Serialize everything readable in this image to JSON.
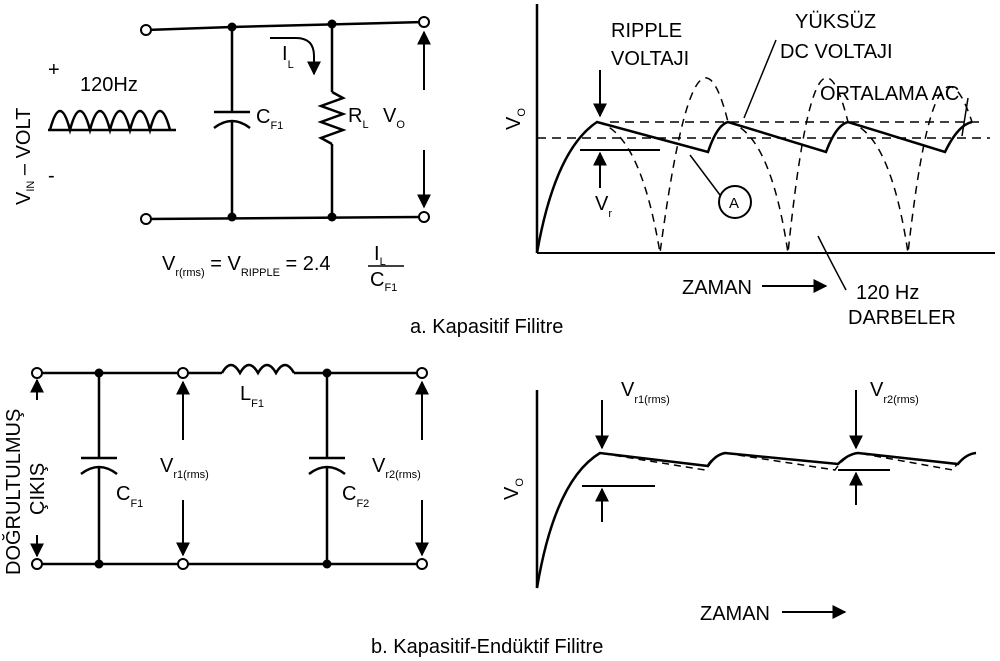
{
  "top": {
    "source_freq": "120Hz",
    "plus": "+",
    "minus": "-",
    "vin_main": "V",
    "vin_sub": "IN",
    "vin_rest": " – VOLT",
    "il_main": "I",
    "il_sub": "L",
    "cf1_main": "C",
    "cf1_sub": "F1",
    "rl_main": "R",
    "rl_sub": "L",
    "vo_main": "V",
    "vo_sub": "O",
    "formula_vr": "V",
    "formula_vr_sub": "r(rms)",
    "formula_eq1": " = V",
    "formula_ripple_sub": "RIPPLE",
    "formula_eq2": " = 2.4",
    "formula_num_main": "I",
    "formula_num_sub": "L",
    "formula_den_main": "C",
    "formula_den_sub": "F1",
    "graph_y_main": "V",
    "graph_y_sub": "O",
    "ripple_line1": "RIPPLE",
    "ripple_line2": "VOLTAJI",
    "noload_line1": "YÜKSÜZ",
    "noload_line2": "DC VOLTAJI",
    "avg_ac": "ORTALAMA AC",
    "marker_a": "A",
    "vr_main": "V",
    "vr_sub": "r",
    "xaxis": "ZAMAN",
    "pulses_line1": "120 Hz",
    "pulses_line2": "DARBELER",
    "caption": "a. Kapasitif Filitre"
  },
  "bottom": {
    "input_label1": "DOĞRULTULMUŞ",
    "input_label2": "ÇIKIŞ",
    "lf1_main": "L",
    "lf1_sub": "F1",
    "cf1_main": "C",
    "cf1_sub": "F1",
    "cf2_main": "C",
    "cf2_sub": "F2",
    "vr1_main": "V",
    "vr1_sub": "r1(rms)",
    "vr2_main": "V",
    "vr2_sub": "r2(rms)",
    "graph_y_main": "V",
    "graph_y_sub": "O",
    "top_vr1_main": "V",
    "top_vr1_sub": "r1(rms)",
    "top_vr2_main": "V",
    "top_vr2_sub": "r2(rms)",
    "xaxis": "ZAMAN",
    "caption": "b. Kapasitif-Endüktif Filitre"
  }
}
